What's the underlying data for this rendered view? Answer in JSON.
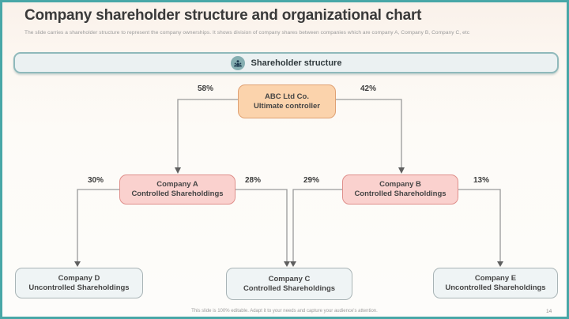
{
  "slide": {
    "title": "Company shareholder structure and organizational chart",
    "subtitle": "The slide carries a shareholder structure to represent the company ownerships. It shows division of company shares between companies which are company A, Company B, Company C, etc",
    "footer": "This slide is 100% editable. Adapt it to your needs and capture your audience's attention.",
    "page_number": "14"
  },
  "banner": {
    "label": "Shareholder structure",
    "icon": "people-group-icon"
  },
  "colors": {
    "frame_teal": "#48a7a7",
    "banner_fill": "#ebf1f2",
    "banner_border": "#8fb9bb",
    "icon_circle": "#85aeb1",
    "ultimate_fill": "#fbd3ac",
    "ultimate_border": "#dfa173",
    "controlled_fill": "#fad1ce",
    "controlled_border": "#df8f8b",
    "light_fill": "#eff4f5",
    "light_border": "#a9b4b6",
    "connector_gray": "#9a9a9a"
  },
  "diagram": {
    "nodes": [
      {
        "id": "abc",
        "line1": "ABC Ltd Co.",
        "line2": "Ultimate controller",
        "style": "ultimate"
      },
      {
        "id": "a",
        "line1": "Company A",
        "line2": "Controlled Shareholdings",
        "style": "controlled"
      },
      {
        "id": "b",
        "line1": "Company B",
        "line2": "Controlled Shareholdings",
        "style": "controlled"
      },
      {
        "id": "d",
        "line1": "Company D",
        "line2": "Uncontrolled Shareholdings",
        "style": "light"
      },
      {
        "id": "c",
        "line1": "Company C",
        "line2": "Controlled Shareholdings",
        "style": "light"
      },
      {
        "id": "e",
        "line1": "Company E",
        "line2": "Uncontrolled Shareholdings",
        "style": "light"
      }
    ],
    "edges": [
      {
        "from": "abc",
        "to": "a",
        "label": "58%"
      },
      {
        "from": "abc",
        "to": "b",
        "label": "42%"
      },
      {
        "from": "a",
        "to": "d",
        "label": "30%"
      },
      {
        "from": "a",
        "to": "c",
        "label": "28%"
      },
      {
        "from": "b",
        "to": "c",
        "label": "29%"
      },
      {
        "from": "b",
        "to": "e",
        "label": "13%"
      }
    ]
  }
}
